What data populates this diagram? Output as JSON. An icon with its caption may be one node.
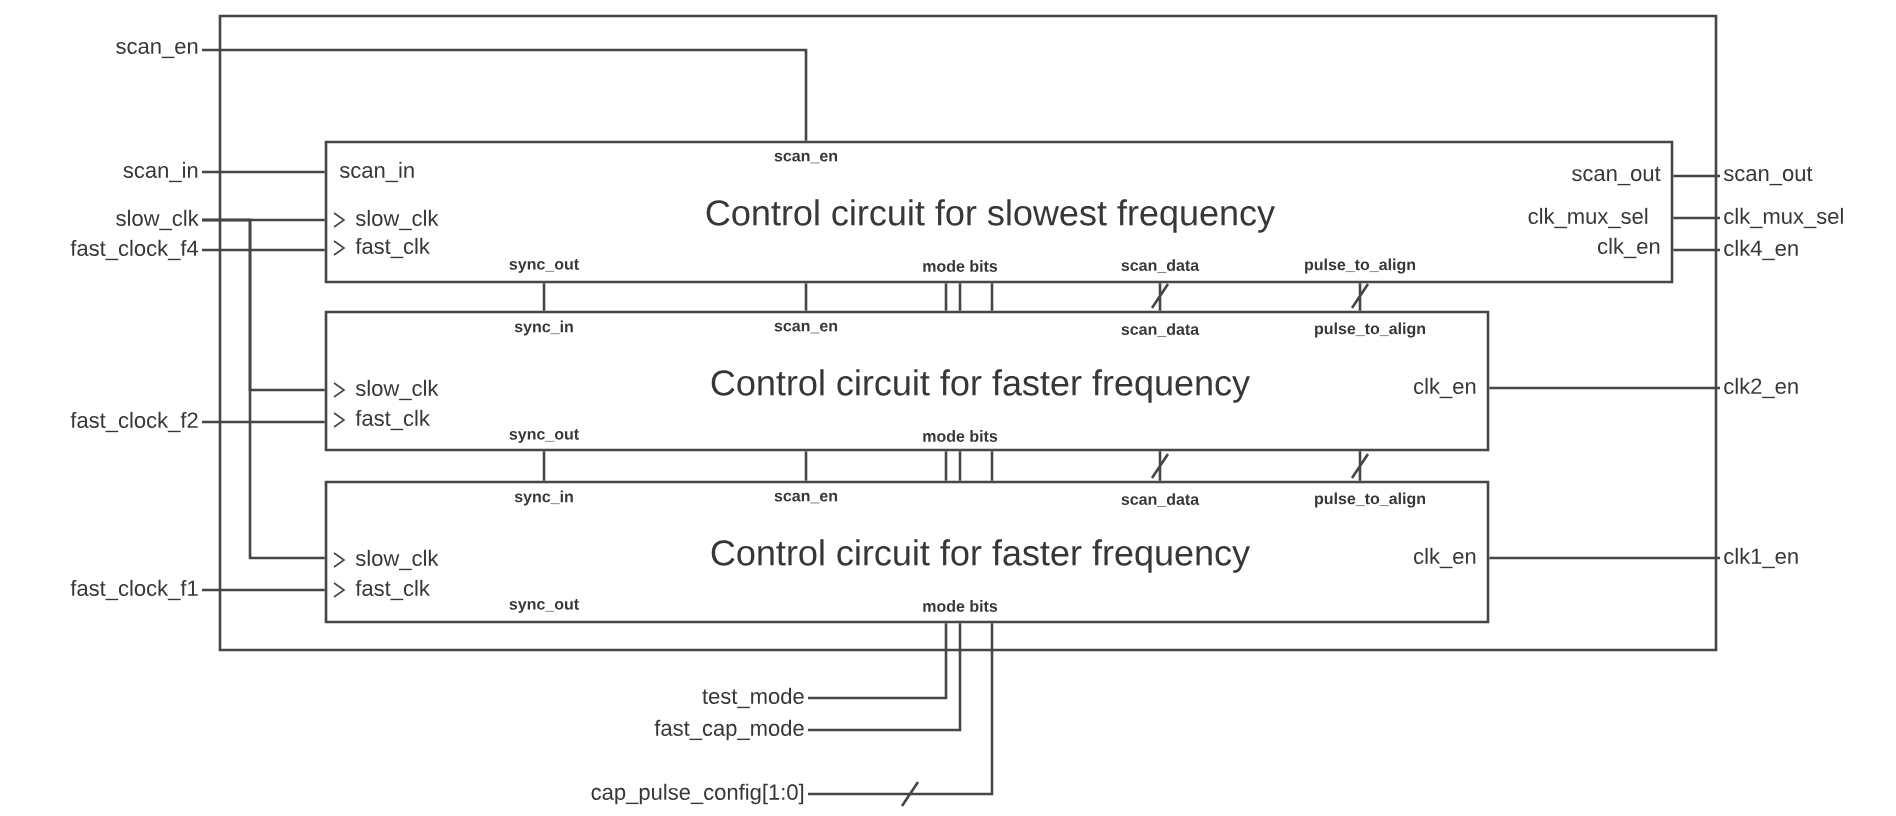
{
  "diagram": {
    "nodes": [
      {
        "text": [],
        "shape": "box"
      },
      {
        "text": [
          "Control circuit for slowest frequency",
          "scan_en",
          "scan_in",
          "scan_out",
          "slow_clk",
          "clk_mux_sel",
          "fast_clk",
          "clk_en",
          "sync_out",
          "mode bits",
          "scan_data",
          "pulse_to_align"
        ],
        "in": 0
      },
      {
        "text": [
          "Control circuit for faster frequency",
          "sync_in",
          "scan_en",
          "scan_data",
          "pulse_to_align",
          "slow_clk",
          "clk_en",
          "fast_clk",
          "sync_out",
          "mode bits"
        ],
        "in": 0
      },
      {
        "text": [
          "Control circuit for faster frequency",
          "sync_in",
          "scan_en",
          "scan_data",
          "pulse_to_align",
          "slow_clk",
          "clk_en",
          "fast_clk",
          "sync_out",
          "mode bits"
        ],
        "in": 0
      },
      {
        "text": [
          "scan_en"
        ]
      },
      {
        "text": [
          "scan_in"
        ]
      },
      {
        "text": [
          "slow_clk"
        ]
      },
      {
        "text": [
          "fast_clock_f4"
        ]
      },
      {
        "text": [
          "fast_clock_f2"
        ]
      },
      {
        "text": [
          "fast_clock_f1"
        ]
      },
      {
        "text": [
          "scan_out"
        ]
      },
      {
        "text": [
          "clk_mux_sel"
        ]
      },
      {
        "text": [
          "clk4_en"
        ]
      },
      {
        "text": [
          "clk2_en"
        ]
      },
      {
        "text": [
          "clk1_en"
        ]
      },
      {
        "text": [
          "test_mode"
        ]
      },
      {
        "text": [
          "fast_cap_mode"
        ]
      },
      {
        "text": [
          "cap_pulse_config[1:0]"
        ]
      }
    ],
    "edges": [
      {
        "from": 4,
        "to": 1,
        "arrow": "none"
      },
      {
        "from": 5,
        "to": 1,
        "arrow": "none"
      },
      {
        "from": 6,
        "to": 1,
        "arrow": "none"
      },
      {
        "from": 6,
        "to": 2,
        "arrow": "none"
      },
      {
        "from": 6,
        "to": 3,
        "arrow": "none"
      },
      {
        "from": 7,
        "to": 1,
        "arrow": "none"
      },
      {
        "from": 8,
        "to": 2,
        "arrow": "none"
      },
      {
        "from": 9,
        "to": 3,
        "arrow": "none"
      },
      {
        "from": 1,
        "to": 10,
        "arrow": "none"
      },
      {
        "from": 1,
        "to": 11,
        "arrow": "none"
      },
      {
        "from": 1,
        "to": 12,
        "arrow": "none"
      },
      {
        "from": 2,
        "to": 13,
        "arrow": "none"
      },
      {
        "from": 3,
        "to": 14,
        "arrow": "none"
      },
      {
        "from": 1,
        "to": 2,
        "arrow": "none"
      },
      {
        "from": 1,
        "to": 2,
        "arrow": "none"
      },
      {
        "from": 1,
        "to": 2,
        "arrow": "none"
      },
      {
        "from": 1,
        "to": 2,
        "arrow": "none"
      },
      {
        "from": 1,
        "to": 2,
        "arrow": "none"
      },
      {
        "from": 1,
        "to": 2,
        "arrow": "none"
      },
      {
        "from": 1,
        "to": 2,
        "arrow": "none"
      },
      {
        "from": 2,
        "to": 3,
        "arrow": "none"
      },
      {
        "from": 2,
        "to": 3,
        "arrow": "none"
      },
      {
        "from": 2,
        "to": 3,
        "arrow": "none"
      },
      {
        "from": 2,
        "to": 3,
        "arrow": "none"
      },
      {
        "from": 2,
        "to": 3,
        "arrow": "none"
      },
      {
        "from": 2,
        "to": 3,
        "arrow": "none"
      },
      {
        "from": 2,
        "to": 3,
        "arrow": "none"
      },
      {
        "from": 15,
        "to": 3,
        "arrow": "none"
      },
      {
        "from": 16,
        "to": 3,
        "arrow": "none"
      },
      {
        "from": 17,
        "to": 3,
        "arrow": "none"
      }
    ]
  }
}
